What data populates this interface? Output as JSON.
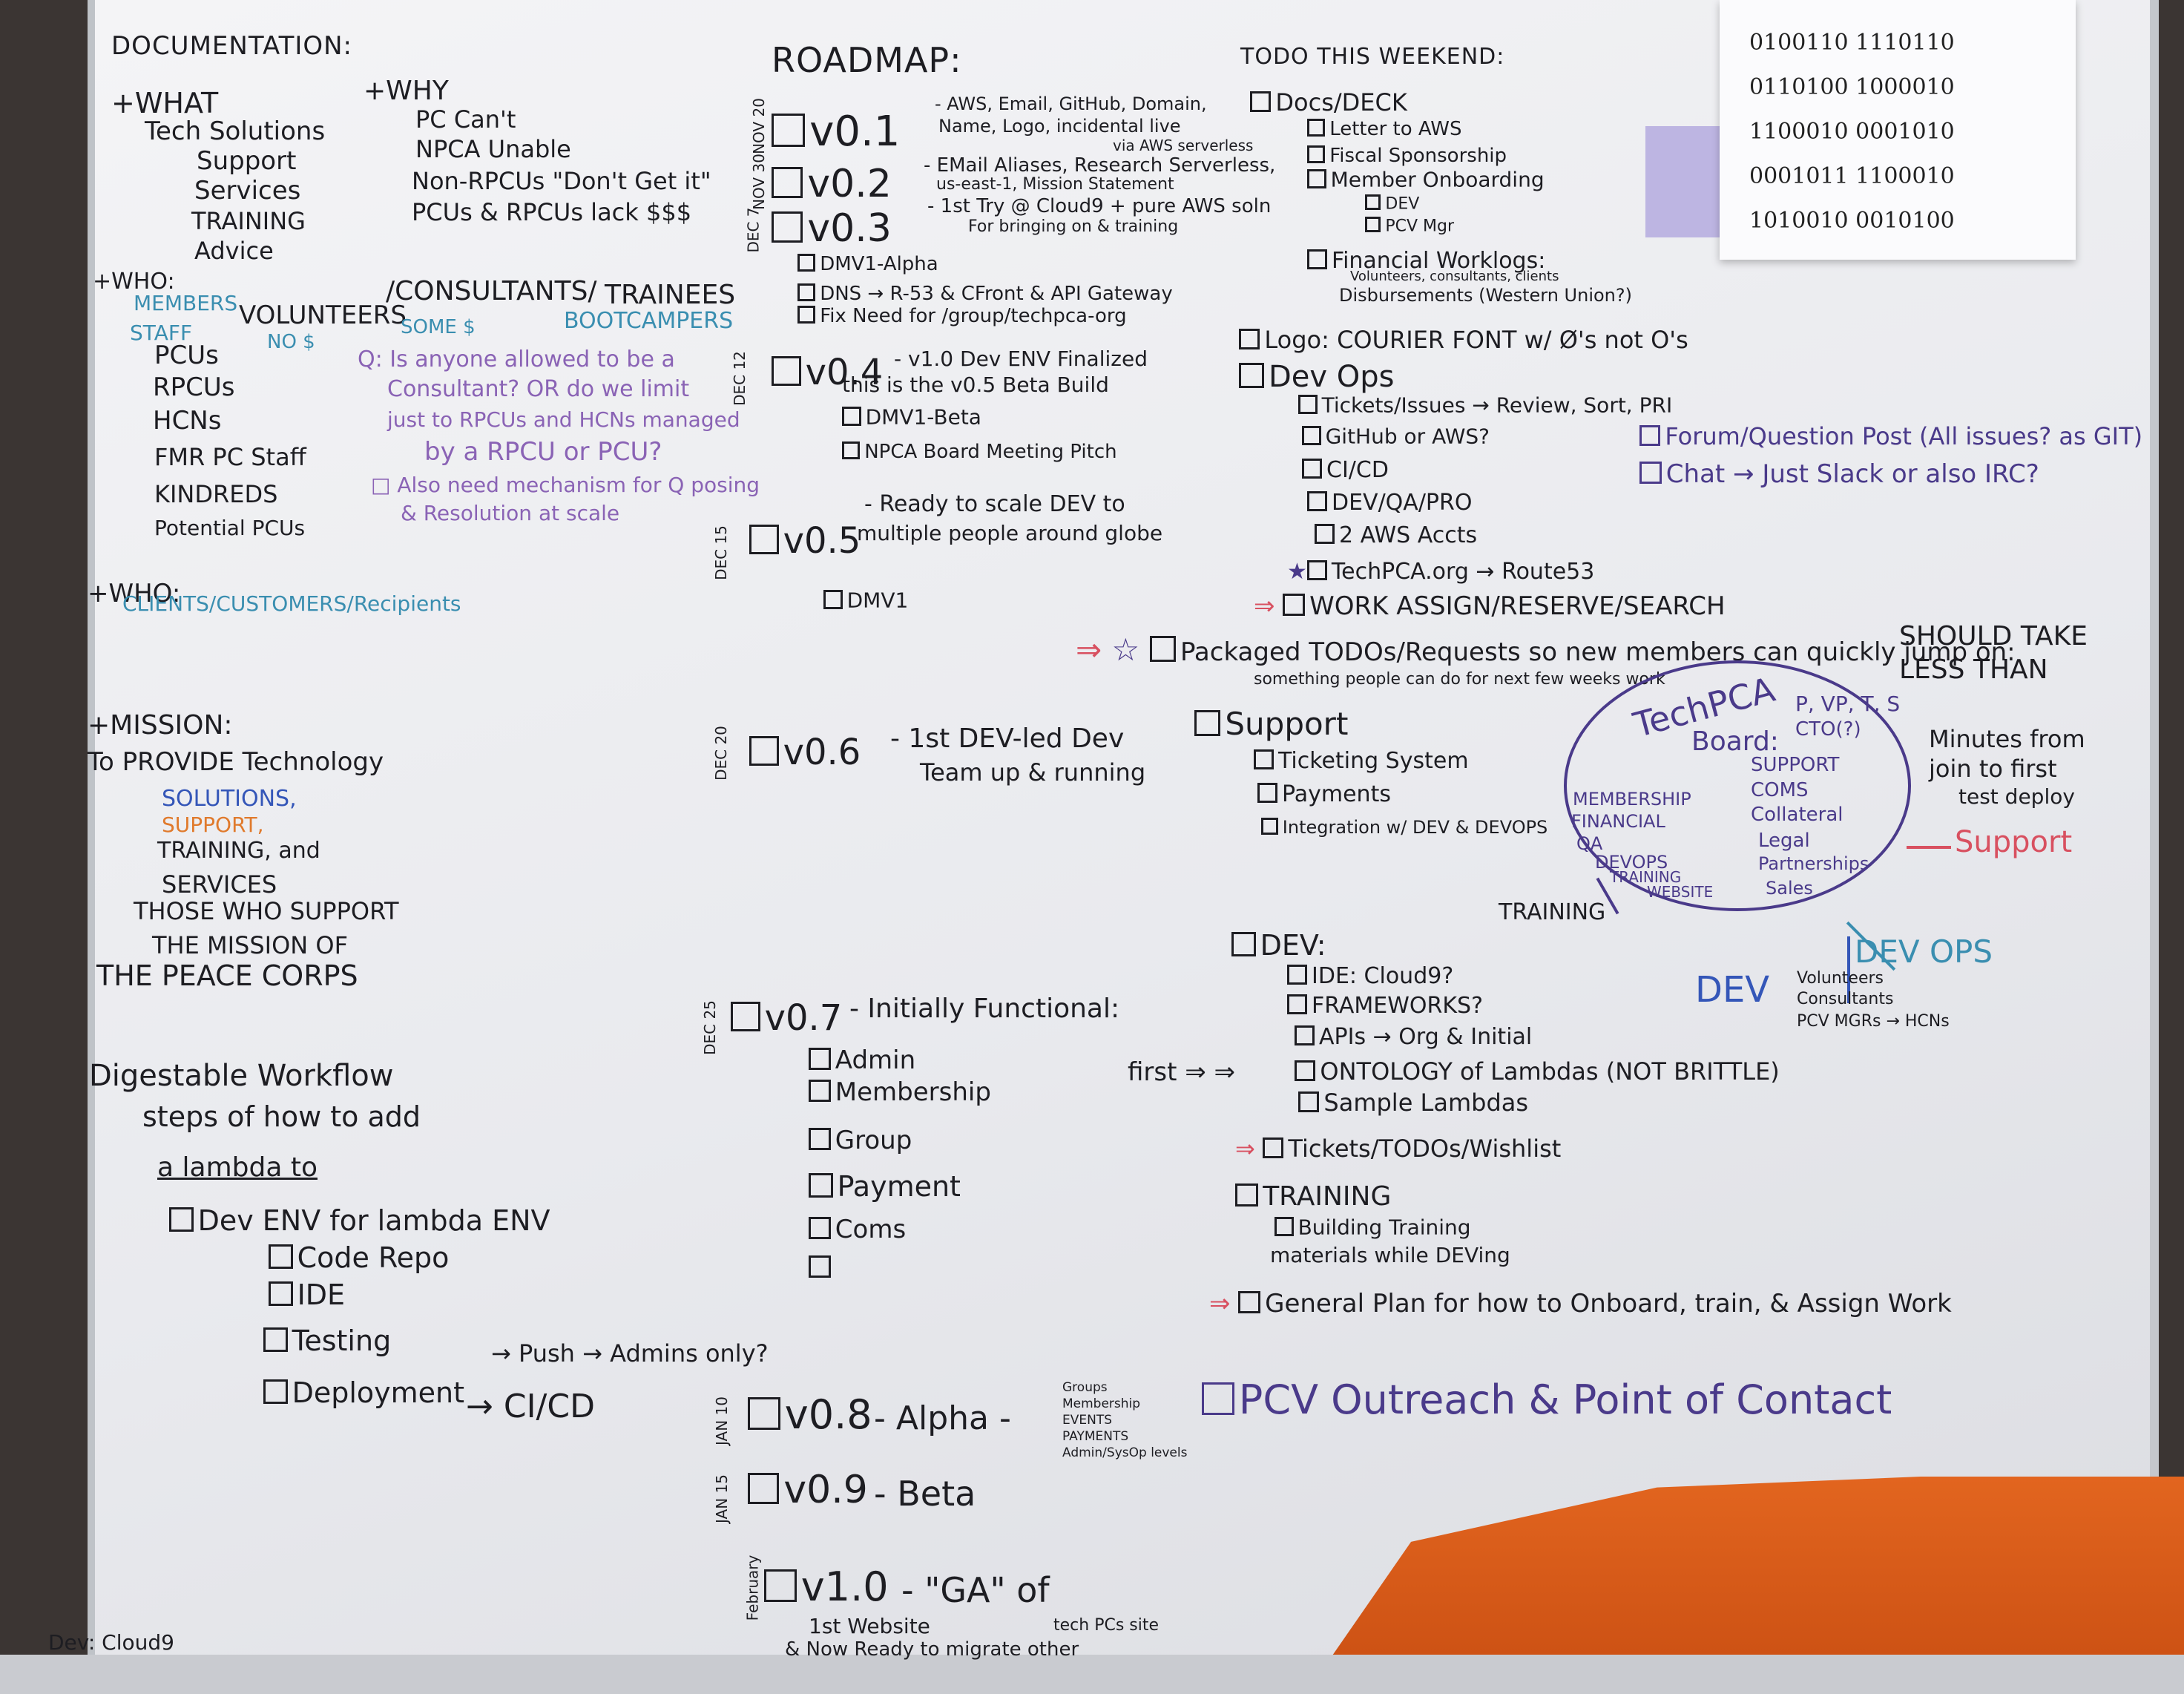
{
  "documentation": {
    "title": "DOCUMENTATION:",
    "what_header": "+WHAT",
    "what_items": [
      "Tech Solutions",
      "Support",
      "Services",
      "TRAINING",
      "Advice"
    ],
    "why_header": "+WHY",
    "why_items": [
      "PC Can't",
      "NPCA Unable",
      "Non-RPCUs \"Don't Get it\"",
      "PCUs & RPCUs lack $$$"
    ],
    "who_header": "+WHO:",
    "who_members": "MEMBERS",
    "who_staff": "STAFF",
    "volunteers": "VOLUNTEERS",
    "volunteers_sub": "NO $",
    "consultants": "/CONSULTANTS/",
    "consultants_sub": "SOME $",
    "trainees": "TRAINEES",
    "trainees_sub": "BOOTCAMPERS",
    "who_items": [
      "PCUs",
      "RPCUs",
      "HCNs",
      "FMR PC Staff",
      "KINDREDS",
      "Potential PCUs"
    ],
    "question_lines": [
      "Q: Is anyone allowed to be a",
      "Consultant? OR do we limit",
      "just to RPCUs and HCNs managed",
      "by a RPCU or PCU?",
      "□ Also need mechanism for Q posing",
      "& Resolution at scale"
    ],
    "who2_header": "+WHO:",
    "who2_text": "CLIENTS/CUSTOMERS/Recipients",
    "mission_header": "+MISSION:",
    "mission_line1": "To PROVIDE Technology",
    "mission_solutions": "SOLUTIONS,",
    "mission_support": "SUPPORT,",
    "mission_training": "TRAINING, and",
    "mission_services": "SERVICES",
    "mission_line2": "THOSE WHO SUPPORT",
    "mission_line3": "THE MISSION OF",
    "mission_line4": "THE PEACE CORPS",
    "workflow_lines": [
      "Digestable Workflow",
      "steps of how to add",
      "a lambda to"
    ],
    "workflow_items": [
      "Dev ENV for lambda ENV",
      "Code Repo",
      "IDE",
      "Testing",
      "Deployment"
    ],
    "workflow_cicd": "→ CI/CD",
    "workflow_push": "→ Push → Admins only?",
    "footer_note": "Dev: Cloud9"
  },
  "roadmap": {
    "title": "ROADMAP:",
    "v01": {
      "date": "NOV 20",
      "label": "v0.1",
      "note1": "- AWS, Email, GitHub, Domain,",
      "note2": "Name, Logo, incidental live",
      "note3": "via AWS serverless"
    },
    "v02": {
      "date": "NOV 30",
      "label": "v0.2",
      "note1": "- EMail Aliases, Research Serverless,",
      "note2": "us-east-1, Mission Statement"
    },
    "v03": {
      "date": "DEC 7",
      "label": "v0.3",
      "note1": "- 1st Try @ Cloud9 + pure AWS soln",
      "note2": "For bringing on & training"
    },
    "v03_items": [
      "DMV1-Alpha",
      "DNS → R-53 & CFront & API Gateway",
      "Fix Need for /group/techpca-org"
    ],
    "v04": {
      "date": "DEC 12",
      "label": "v0.4",
      "note1": "- v1.0 Dev ENV Finalized",
      "note2": "this is the v0.5 Beta Build"
    },
    "v04_items": [
      "DMV1-Beta",
      "NPCA Board Meeting Pitch"
    ],
    "v05": {
      "date": "DEC 15",
      "label": "v0.5",
      "note1": "- Ready to scale DEV to",
      "note2": "multiple people around globe"
    },
    "v05_items": [
      "DMV1"
    ],
    "v06": {
      "date": "DEC 20",
      "label": "v0.6",
      "note1": "- 1st DEV-led Dev",
      "note2": "Team up & running"
    },
    "v07": {
      "date": "DEC 25",
      "label": "v0.7",
      "note1": "- Initially Functional:"
    },
    "v07_items": [
      "Admin",
      "Membership",
      "Group",
      "Payment",
      "Coms",
      ""
    ],
    "v08": {
      "date": "JAN 10",
      "label": "v0.8",
      "note1": "- Alpha -",
      "side": [
        "Groups",
        "Membership",
        "EVENTS",
        "PAYMENTS",
        "Admin/SysOp levels"
      ]
    },
    "v09": {
      "date": "JAN 15",
      "label": "v0.9",
      "note1": "- Beta"
    },
    "v10": {
      "date": "February",
      "label": "v1.0",
      "note1": "- \"GA\" of",
      "note2": "1st Website",
      "note3": "& Now Ready to migrate other",
      "note4": "tech PCs site"
    }
  },
  "todo": {
    "title": "TODO THIS WEEKEND:",
    "docs": "Docs/DECK",
    "docs_items": [
      "Letter to AWS",
      "Fiscal Sponsorship",
      "Member Onboarding",
      "DEV",
      "PCV Mgr"
    ],
    "financial": "Financial Worklogs:",
    "financial_sub1": "Volunteers, consultants, clients",
    "financial_sub2": "Disbursements (Western Union?)",
    "logo": "Logo: COURIER FONT w/ Ø's not O's",
    "devops": "Dev Ops",
    "devops_items": [
      "Tickets/Issues → Review, Sort, PRI",
      "GitHub or AWS?",
      "CI/CD",
      "DEV/QA/PRO",
      "2 AWS Accts",
      "TechPCA.org → Route53",
      "WORK ASSIGN/RESERVE/SEARCH"
    ],
    "forum": "Forum/Question Post (All issues? as GIT)",
    "chat": "Chat → Just Slack or also IRC?",
    "packaged": "Packaged TODOs/Requests so new members can quickly jump on:",
    "packaged_sub": "something people can do for next few weeks work",
    "should": [
      "SHOULD TAKE",
      "LESS THAN"
    ],
    "minutes": [
      "Minutes from",
      "join to first",
      "test deploy"
    ],
    "support": "Support",
    "support_items": [
      "Ticketing System",
      "Payments",
      "Integration w/ DEV & DEVOPS"
    ],
    "dev": "DEV:",
    "dev_items": [
      "IDE: Cloud9?",
      "FRAMEWORKS?",
      "APIs → Org & Initial",
      "ONTOLOGY of Lambdas (NOT BRITTLE)",
      "Sample Lambdas",
      "Tickets/TODOs/Wishlist"
    ],
    "first": "first",
    "training": "TRAINING",
    "training_item": "Building Training",
    "training_item2": "materials while DEVing",
    "general_plan": "General Plan for how to Onboard, train, & Assign Work",
    "pcv_outreach": "PCV Outreach & Point of Contact"
  },
  "orgchart": {
    "title": "TechPCA",
    "board": "Board:",
    "board_roles": "P, VP, T, S",
    "cto": "CTO(?)",
    "left_items": [
      "MEMBERSHIP",
      "FINANCIAL",
      "QA",
      "DEVOPS",
      "TRAINING",
      "WEBSITE"
    ],
    "right_items": [
      "SUPPORT",
      "COMS",
      "Collateral",
      "Legal",
      "Partnerships",
      "Sales"
    ],
    "training_label": "TRAINING",
    "support_label": "Support",
    "dev_label": "DEV",
    "devops_label": "DEV OPS",
    "dev_chain": [
      "Volunteers",
      "Consultants",
      "PCV MGRs → HCNs"
    ]
  },
  "sticky_note": {
    "lines": [
      "0100110 1110110",
      "0110100 1000010",
      "1100010 0001010",
      "0001011 1100010",
      "1010010 0010100"
    ]
  },
  "colors": {
    "marker_black": "#1d1d22",
    "marker_purple": "#4a3a8a",
    "marker_teal": "#3a8eb0",
    "marker_orange": "#e07a2c",
    "marker_red": "#d85060",
    "marker_blue": "#3456b8"
  }
}
